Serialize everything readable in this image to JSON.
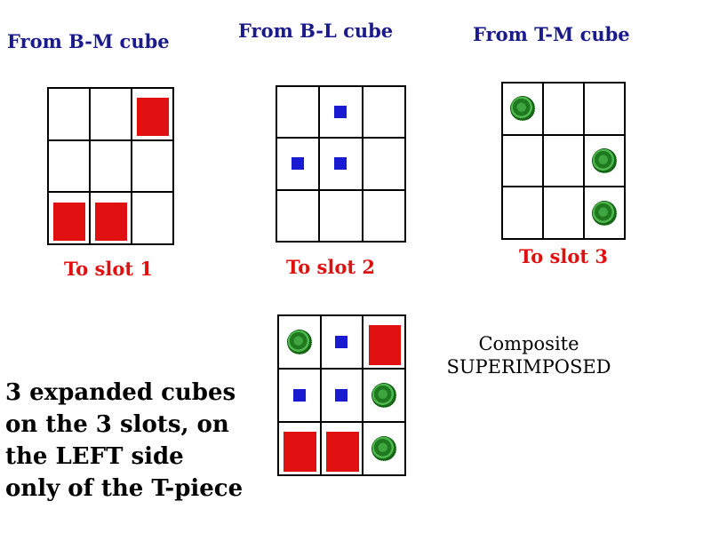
{
  "headers": [
    "From B-M cube",
    "From B-L cube",
    "From T-M cube"
  ],
  "slot_labels": [
    "To slot 1",
    "To slot 2",
    "To slot 3"
  ],
  "composite_label": [
    "Composite",
    "SUPERIMPOSED"
  ],
  "side_text": [
    "3 expanded cubes",
    "on the 3 slots, on",
    "the LEFT side",
    "only of the T-piece"
  ],
  "colors": {
    "header": "#1a1a8c",
    "slot_label": "#e01010",
    "red_piece": "#e01010",
    "blue_piece": "#1a1ad0",
    "green_piece": "#1f7a1f"
  },
  "grids": [
    {
      "id": "bm",
      "marks": [
        {
          "row": 0,
          "col": 2,
          "kind": "red-rect"
        },
        {
          "row": 2,
          "col": 0,
          "kind": "red-rect"
        },
        {
          "row": 2,
          "col": 1,
          "kind": "red-rect"
        }
      ]
    },
    {
      "id": "bl",
      "marks": [
        {
          "row": 0,
          "col": 1,
          "kind": "blue-square"
        },
        {
          "row": 1,
          "col": 0,
          "kind": "blue-square"
        },
        {
          "row": 1,
          "col": 1,
          "kind": "blue-square"
        }
      ]
    },
    {
      "id": "tm",
      "marks": [
        {
          "row": 0,
          "col": 0,
          "kind": "green-dot"
        },
        {
          "row": 1,
          "col": 2,
          "kind": "green-dot"
        },
        {
          "row": 2,
          "col": 2,
          "kind": "green-dot"
        }
      ]
    },
    {
      "id": "composite",
      "marks": [
        {
          "row": 0,
          "col": 0,
          "kind": "green-dot"
        },
        {
          "row": 0,
          "col": 1,
          "kind": "blue-square"
        },
        {
          "row": 0,
          "col": 2,
          "kind": "red-rect"
        },
        {
          "row": 1,
          "col": 0,
          "kind": "blue-square"
        },
        {
          "row": 1,
          "col": 1,
          "kind": "blue-square"
        },
        {
          "row": 1,
          "col": 2,
          "kind": "green-dot"
        },
        {
          "row": 2,
          "col": 0,
          "kind": "red-rect"
        },
        {
          "row": 2,
          "col": 1,
          "kind": "red-rect"
        },
        {
          "row": 2,
          "col": 2,
          "kind": "green-dot"
        }
      ]
    }
  ]
}
